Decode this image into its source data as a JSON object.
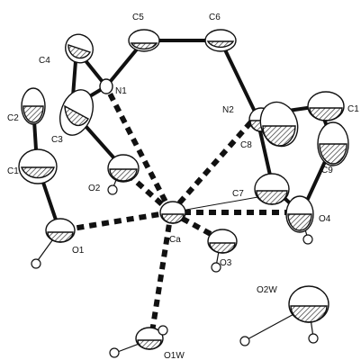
{
  "palette": {
    "ink": "#111111",
    "paper": "#ffffff",
    "hatch": "#777777"
  },
  "atom_labels": {
    "C5": "C5",
    "C6": "C6",
    "C4": "C4",
    "N1": "N1",
    "N2": "N2",
    "C1_right": "C1",
    "C2": "C2",
    "C3": "C3",
    "C8": "C8",
    "C9": "C9",
    "C1_left": "C1",
    "O2": "O2",
    "C7": "C7",
    "O4": "O4",
    "Ca": "Ca",
    "O1": "O1",
    "O3": "O3",
    "O2W": "O2W",
    "O1W": "O1W"
  }
}
